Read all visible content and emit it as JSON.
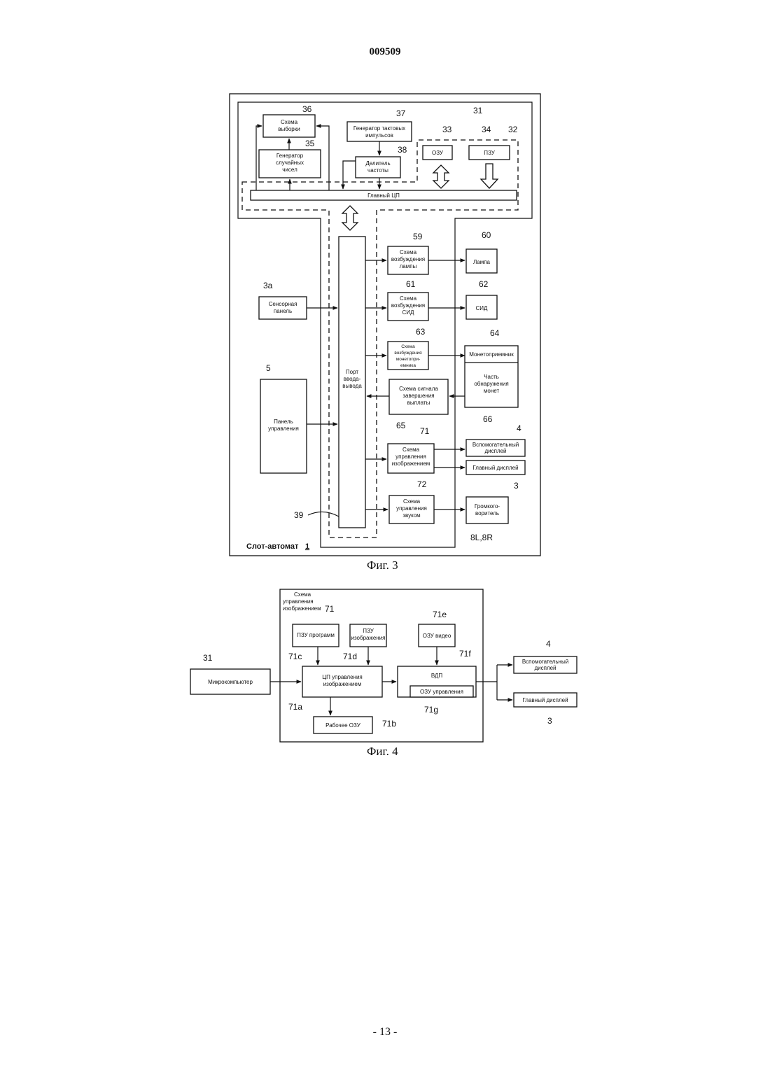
{
  "header": {
    "page_number": "009509"
  },
  "footer": {
    "page": "- 13 -"
  },
  "fig3": {
    "caption": "Фиг. 3",
    "sampling": "Схема выборки",
    "sampling_1": "Схема",
    "sampling_2": "выборки",
    "rng_1": "Генератор",
    "rng_2": "случайных",
    "rng_3": "чисел",
    "clock_1": "Генератор тактовых",
    "clock_2": "импульсов",
    "divider_1": "Делитель",
    "divider_2": "частоты",
    "ram": "ОЗУ",
    "rom": "ПЗУ",
    "main_cpu": "Главный ЦП",
    "io_1": "Порт",
    "io_2": "ввода-",
    "io_3": "вывода",
    "lamp_drv_1": "Схема",
    "lamp_drv_2": "возбуждения",
    "lamp_drv_3": "лампы",
    "lamp": "Лампа",
    "led_drv_1": "Схема",
    "led_drv_2": "возбуждения",
    "led_drv_3": "СИД",
    "led": "СИД",
    "coin_drv_1": "Схема",
    "coin_drv_2": "возбуждения",
    "coin_drv_3": "монетопри-",
    "coin_drv_4": "емника",
    "coin_acc": "Монетоприемник",
    "coin_det_1": "Часть",
    "coin_det_2": "обнаружения",
    "coin_det_3": "монет",
    "payout_1": "Схема сигнала",
    "payout_2": "завершения",
    "payout_3": "выплаты",
    "touch_1": "Сенсорная",
    "touch_2": "панель",
    "ctrl_1": "Панель",
    "ctrl_2": "управления",
    "img_1": "Схема",
    "img_2": "управления",
    "img_3": "изображением",
    "sub_1": "Вспомогательный",
    "sub_2": "дисплей",
    "main_display": "Главный дисплей",
    "snd_1": "Схема",
    "snd_2": "управления",
    "snd_3": "звуком",
    "spk_1": "Громкого-",
    "spk_2": "воритель",
    "slot": "Слот-автомат",
    "ref": {
      "r36": "36",
      "r35": "35",
      "r37": "37",
      "r38": "38",
      "r31": "31",
      "r33": "33",
      "r34": "34",
      "r32": "32",
      "r59": "59",
      "r60": "60",
      "r3a": "3a",
      "r61": "61",
      "r62": "62",
      "r63": "63",
      "r64": "64",
      "r5": "5",
      "r65": "65",
      "r71": "71",
      "r66": "66",
      "r4": "4",
      "r3": "3",
      "r72": "72",
      "r39": "39",
      "r8": "8L,8R",
      "r1": "1"
    }
  },
  "fig4": {
    "caption": "Фиг. 4",
    "title_1": "Схема",
    "title_2": "управления",
    "title_3": "изображением",
    "prog_rom": "ПЗУ программ",
    "img_rom_1": "ПЗУ",
    "img_rom_2": "изображения",
    "vram": "ОЗУ видео",
    "micro": "Микрокомпьютер",
    "cpu_1": "ЦП управления",
    "cpu_2": "изображением",
    "vdp": "ВДП",
    "ctrl_ram": "ОЗУ управления",
    "work_ram": "Рабочее ОЗУ",
    "sub_1": "Вспомогательный",
    "sub_2": "дисплей",
    "main_display": "Главный дисплей",
    "ref": {
      "r71": "71",
      "r71e": "71e",
      "r71c": "71c",
      "r71d": "71d",
      "r71f": "71f",
      "r31": "31",
      "r4": "4",
      "r71a": "71a",
      "r71b": "71b",
      "r71g": "71g",
      "r3": "3"
    }
  }
}
